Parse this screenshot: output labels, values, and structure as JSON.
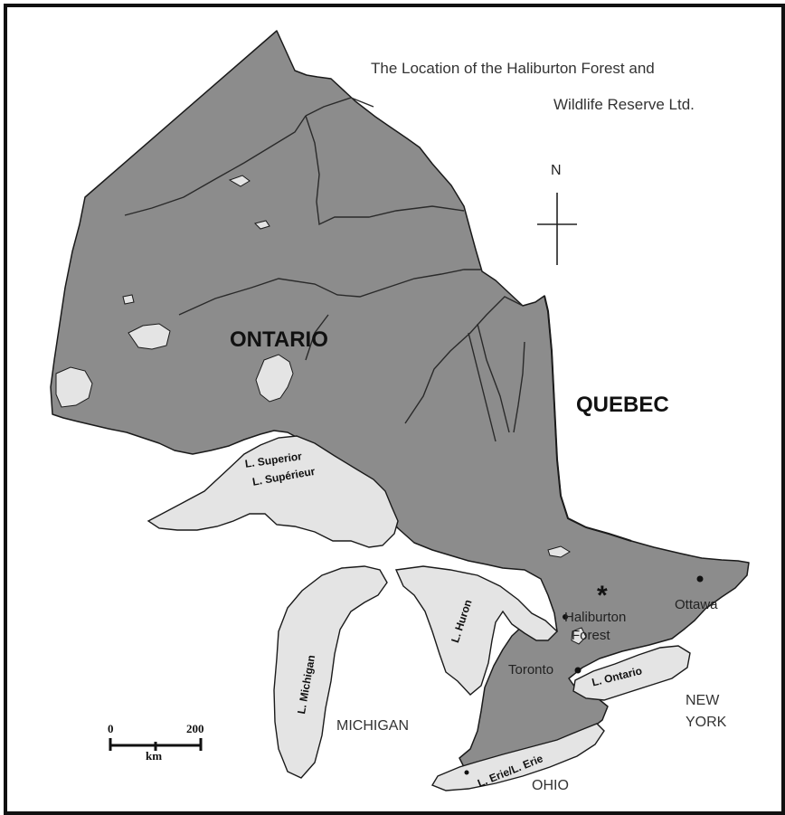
{
  "title": {
    "line1": "The Location of the Haliburton Forest and",
    "line2": "Wildlife Reserve Ltd."
  },
  "north_arrow": {
    "label": "N"
  },
  "regions": {
    "ontario": "ONTARIO",
    "quebec": "QUEBEC",
    "michigan": "MICHIGAN",
    "new_york_1": "NEW",
    "new_york_2": "YORK",
    "ohio": "OHIO"
  },
  "lakes": {
    "superior_en": "L. Superior",
    "superior_fr": "L. Supérieur",
    "michigan": "L. Michigan",
    "huron": "L. Huron",
    "ontario": "L. Ontario",
    "erie": "L. Erie/L. Erie"
  },
  "places": {
    "haliburton_1": "Haliburton",
    "haliburton_2": "Forest",
    "toronto": "Toronto",
    "ottawa": "Ottawa",
    "marker_symbol": "*"
  },
  "scale_bar": {
    "start": "0",
    "end": "200",
    "unit": "km"
  },
  "colors": {
    "land": "#8c8c8c",
    "water": "#e4e4e4",
    "outline": "#1a1a1a",
    "background": "#ffffff"
  }
}
